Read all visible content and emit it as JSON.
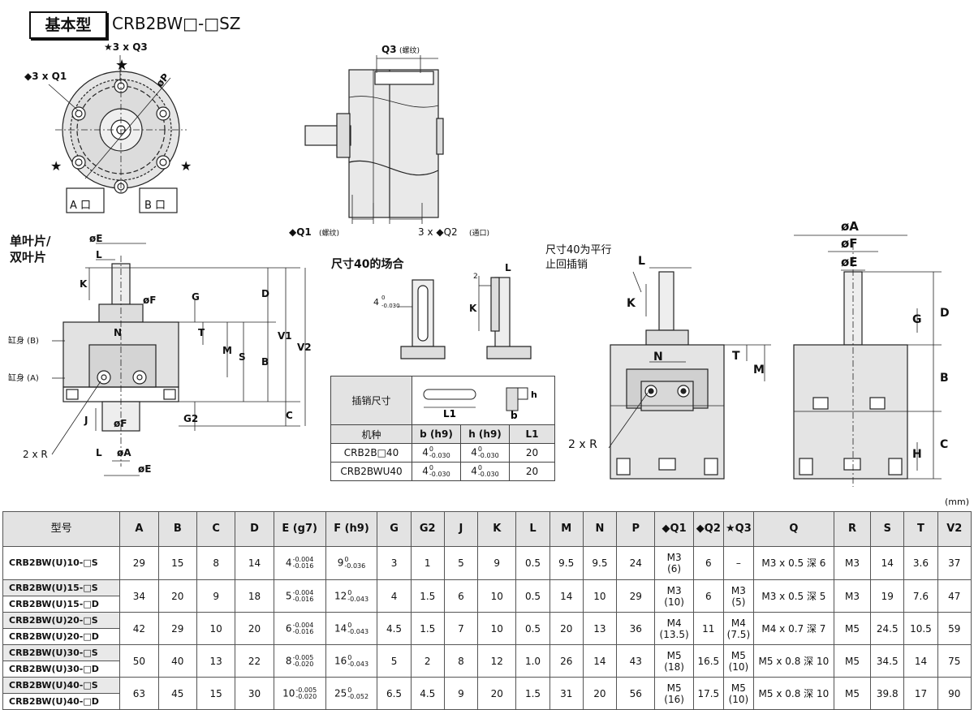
{
  "header": {
    "type_label": "基本型",
    "model_code": "CRB2BW□-□SZ"
  },
  "drawings": {
    "top_view": {
      "q1_label": "◆3 x Q1",
      "q3_label": "★3 x Q3",
      "p_label": "øP",
      "star": "★",
      "port_a": "A 口",
      "port_b": "B 口"
    },
    "side_view": {
      "q3_label": "Q3",
      "q3_note": "(螺纹)",
      "q1_label": "◆Q1",
      "q1_note": "(螺纹)",
      "q2_label": "3 x ◆Q2",
      "q2_note": "(通口)"
    },
    "front_view": {
      "blade_label_1": "单叶片/",
      "blade_label_2": "双叶片",
      "body_b": "缸身 (B)",
      "body_a": "缸身 (A)",
      "r_label": "2 x R",
      "dims": [
        "øE",
        "L",
        "K",
        "øF",
        "G",
        "D",
        "T",
        "N",
        "M",
        "S",
        "B",
        "V1",
        "V2",
        "C",
        "G2",
        "J",
        "øF",
        "L",
        "øA",
        "øE"
      ]
    },
    "size40": {
      "title": "尺寸40的场合",
      "tol": "4",
      "tol_hi": "0",
      "tol_lo": "-0.030",
      "two": "2",
      "k": "K",
      "l": "L"
    },
    "parallel_view": {
      "note_1": "尺寸40为平行",
      "note_2": "止回插销",
      "dims": [
        "L",
        "K",
        "N",
        "T",
        "M"
      ],
      "r_label": "2 x R"
    },
    "right_view": {
      "dims": [
        "øA",
        "øF",
        "øE",
        "G",
        "D",
        "B",
        "H",
        "C"
      ]
    }
  },
  "pin_table": {
    "row_label": "插销尺寸",
    "headers": [
      "机种",
      "b (h9)",
      "h (h9)",
      "L1"
    ],
    "icon_l1": "L1",
    "icon_b": "b",
    "icon_h": "h",
    "rows": [
      {
        "model": "CRB2B□40",
        "b": "4",
        "h": "4",
        "tol_hi": "0",
        "tol_lo": "-0.030",
        "l1": "20"
      },
      {
        "model": "CRB2BWU40",
        "b": "4",
        "h": "4",
        "tol_hi": "0",
        "tol_lo": "-0.030",
        "l1": "20"
      }
    ]
  },
  "unit": "(mm)",
  "spec_table": {
    "headers": [
      "型号",
      "A",
      "B",
      "C",
      "D",
      "E (g7)",
      "F (h9)",
      "G",
      "G2",
      "J",
      "K",
      "L",
      "M",
      "N",
      "P",
      "◆Q1",
      "◆Q2",
      "★Q3",
      "Q",
      "R",
      "S",
      "T",
      "V2"
    ],
    "groups": [
      {
        "models": [
          "CRB2BW(U)10-□S"
        ],
        "A": "29",
        "B": "15",
        "C": "8",
        "D": "14",
        "E": "4",
        "E_hi": "-0.004",
        "E_lo": "-0.016",
        "F": "9",
        "F_hi": "0",
        "F_lo": "-0.036",
        "G": "3",
        "G2": "1",
        "J": "5",
        "K": "9",
        "L": "0.5",
        "M": "9.5",
        "N": "9.5",
        "P": "24",
        "Q1": "M3",
        "Q1_sub": "(6)",
        "Q2": "6",
        "Q3": "–",
        "Q3_sub": "",
        "Q": "M3 x 0.5 深 6",
        "R": "M3",
        "S": "14",
        "T": "3.6",
        "V2": "37"
      },
      {
        "models": [
          "CRB2BW(U)15-□S",
          "CRB2BW(U)15-□D"
        ],
        "A": "34",
        "B": "20",
        "C": "9",
        "D": "18",
        "E": "5",
        "E_hi": "-0.004",
        "E_lo": "-0.016",
        "F": "12",
        "F_hi": "0",
        "F_lo": "-0.043",
        "G": "4",
        "G2": "1.5",
        "J": "6",
        "K": "10",
        "L": "0.5",
        "M": "14",
        "N": "10",
        "P": "29",
        "Q1": "M3",
        "Q1_sub": "(10)",
        "Q2": "6",
        "Q3": "M3",
        "Q3_sub": "(5)",
        "Q": "M3 x 0.5 深 5",
        "R": "M3",
        "S": "19",
        "T": "7.6",
        "V2": "47"
      },
      {
        "models": [
          "CRB2BW(U)20-□S",
          "CRB2BW(U)20-□D"
        ],
        "A": "42",
        "B": "29",
        "C": "10",
        "D": "20",
        "E": "6",
        "E_hi": "-0.004",
        "E_lo": "-0.016",
        "F": "14",
        "F_hi": "0",
        "F_lo": "-0.043",
        "G": "4.5",
        "G2": "1.5",
        "J": "7",
        "K": "10",
        "L": "0.5",
        "M": "20",
        "N": "13",
        "P": "36",
        "Q1": "M4",
        "Q1_sub": "(13.5)",
        "Q2": "11",
        "Q3": "M4",
        "Q3_sub": "(7.5)",
        "Q": "M4 x 0.7 深 7",
        "R": "M5",
        "S": "24.5",
        "T": "10.5",
        "V2": "59"
      },
      {
        "models": [
          "CRB2BW(U)30-□S",
          "CRB2BW(U)30-□D"
        ],
        "A": "50",
        "B": "40",
        "C": "13",
        "D": "22",
        "E": "8",
        "E_hi": "-0.005",
        "E_lo": "-0.020",
        "F": "16",
        "F_hi": "0",
        "F_lo": "-0.043",
        "G": "5",
        "G2": "2",
        "J": "8",
        "K": "12",
        "L": "1.0",
        "M": "26",
        "N": "14",
        "P": "43",
        "Q1": "M5",
        "Q1_sub": "(18)",
        "Q2": "16.5",
        "Q3": "M5",
        "Q3_sub": "(10)",
        "Q": "M5 x 0.8 深 10",
        "R": "M5",
        "S": "34.5",
        "T": "14",
        "V2": "75"
      },
      {
        "models": [
          "CRB2BW(U)40-□S",
          "CRB2BW(U)40-□D"
        ],
        "A": "63",
        "B": "45",
        "C": "15",
        "D": "30",
        "E": "10",
        "E_hi": "-0.005",
        "E_lo": "-0.020",
        "F": "25",
        "F_hi": "0",
        "F_lo": "-0.052",
        "G": "6.5",
        "G2": "4.5",
        "J": "9",
        "K": "20",
        "L": "1.5",
        "M": "31",
        "N": "20",
        "P": "56",
        "Q1": "M5",
        "Q1_sub": "(16)",
        "Q2": "17.5",
        "Q3": "M5",
        "Q3_sub": "(10)",
        "Q": "M5 x 0.8 深 10",
        "R": "M5",
        "S": "39.8",
        "T": "17",
        "V2": "90"
      }
    ]
  }
}
